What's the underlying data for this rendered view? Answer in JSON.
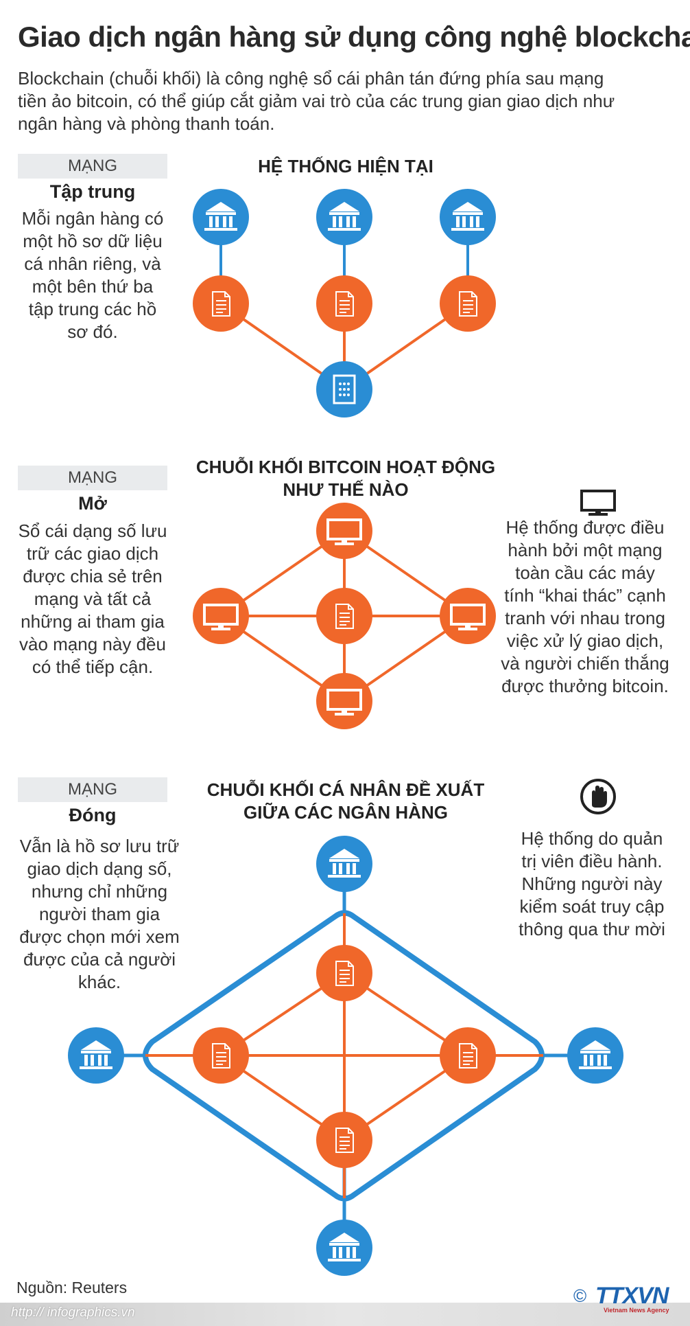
{
  "title": "Giao dịch ngân hàng sử dụng công nghệ blockchain",
  "intro": "Blockchain (chuỗi khối) là công nghệ sổ cái phân tán đứng phía sau mạng tiền ảo bitcoin, có thể giúp cắt giảm vai trò của các trung gian giao dịch như ngân hàng và phòng thanh toán.",
  "sections": [
    {
      "tag": "MẠNG",
      "name": "Tập trung",
      "heading": "HỆ THỐNG HIỆN TẠI",
      "description": "Mỗi ngân hàng có một hồ sơ dữ liệu cá nhân riêng, và một bên thứ ba tập trung các hồ sơ đó."
    },
    {
      "tag": "MẠNG",
      "name": "Mở",
      "heading_line1": "CHUỖI KHỐI BITCOIN HOẠT ĐỘNG",
      "heading_line2": "NHƯ THẾ NÀO",
      "description": "Sổ cái dạng số lưu trữ các giao dịch được chia sẻ trên mạng và tất cả những ai tham gia vào mạng này đều có thể tiếp cận.",
      "side_note": "Hệ thống được điều hành bởi một mạng toàn cầu các máy tính “khai thác” cạnh tranh với nhau trong việc xử lý giao dịch, và người chiến thắng được thưởng bitcoin."
    },
    {
      "tag": "MẠNG",
      "name": "Đóng",
      "heading_line1": "CHUỖI KHỐI CÁ NHÂN ĐỀ XUẤT",
      "heading_line2": "GIỮA CÁC NGÂN HÀNG",
      "description": "Vẫn là hồ sơ lưu trữ giao dịch dạng số, nhưng chỉ những người tham gia được chọn mới xem được của cả người khác.",
      "side_note": "Hệ thống do quản trị viên điều hành. Những người này kiểm soát truy cập thông qua thư mời"
    }
  ],
  "source": "Nguồn: Reuters",
  "url": "http:// infographics.vn",
  "logo": "TTXVN",
  "logo_sub": "Vietnam News Agency",
  "copyright": "©",
  "colors": {
    "blue": "#2a8dd4",
    "orange": "#f0672a",
    "line_orange": "#f0672a",
    "line_blue": "#2a8dd4"
  },
  "icons": {
    "bank": "bank-icon",
    "document": "document-icon",
    "clearing_house": "building-icon",
    "computer": "computer-icon",
    "hand": "hand-stop-icon"
  }
}
